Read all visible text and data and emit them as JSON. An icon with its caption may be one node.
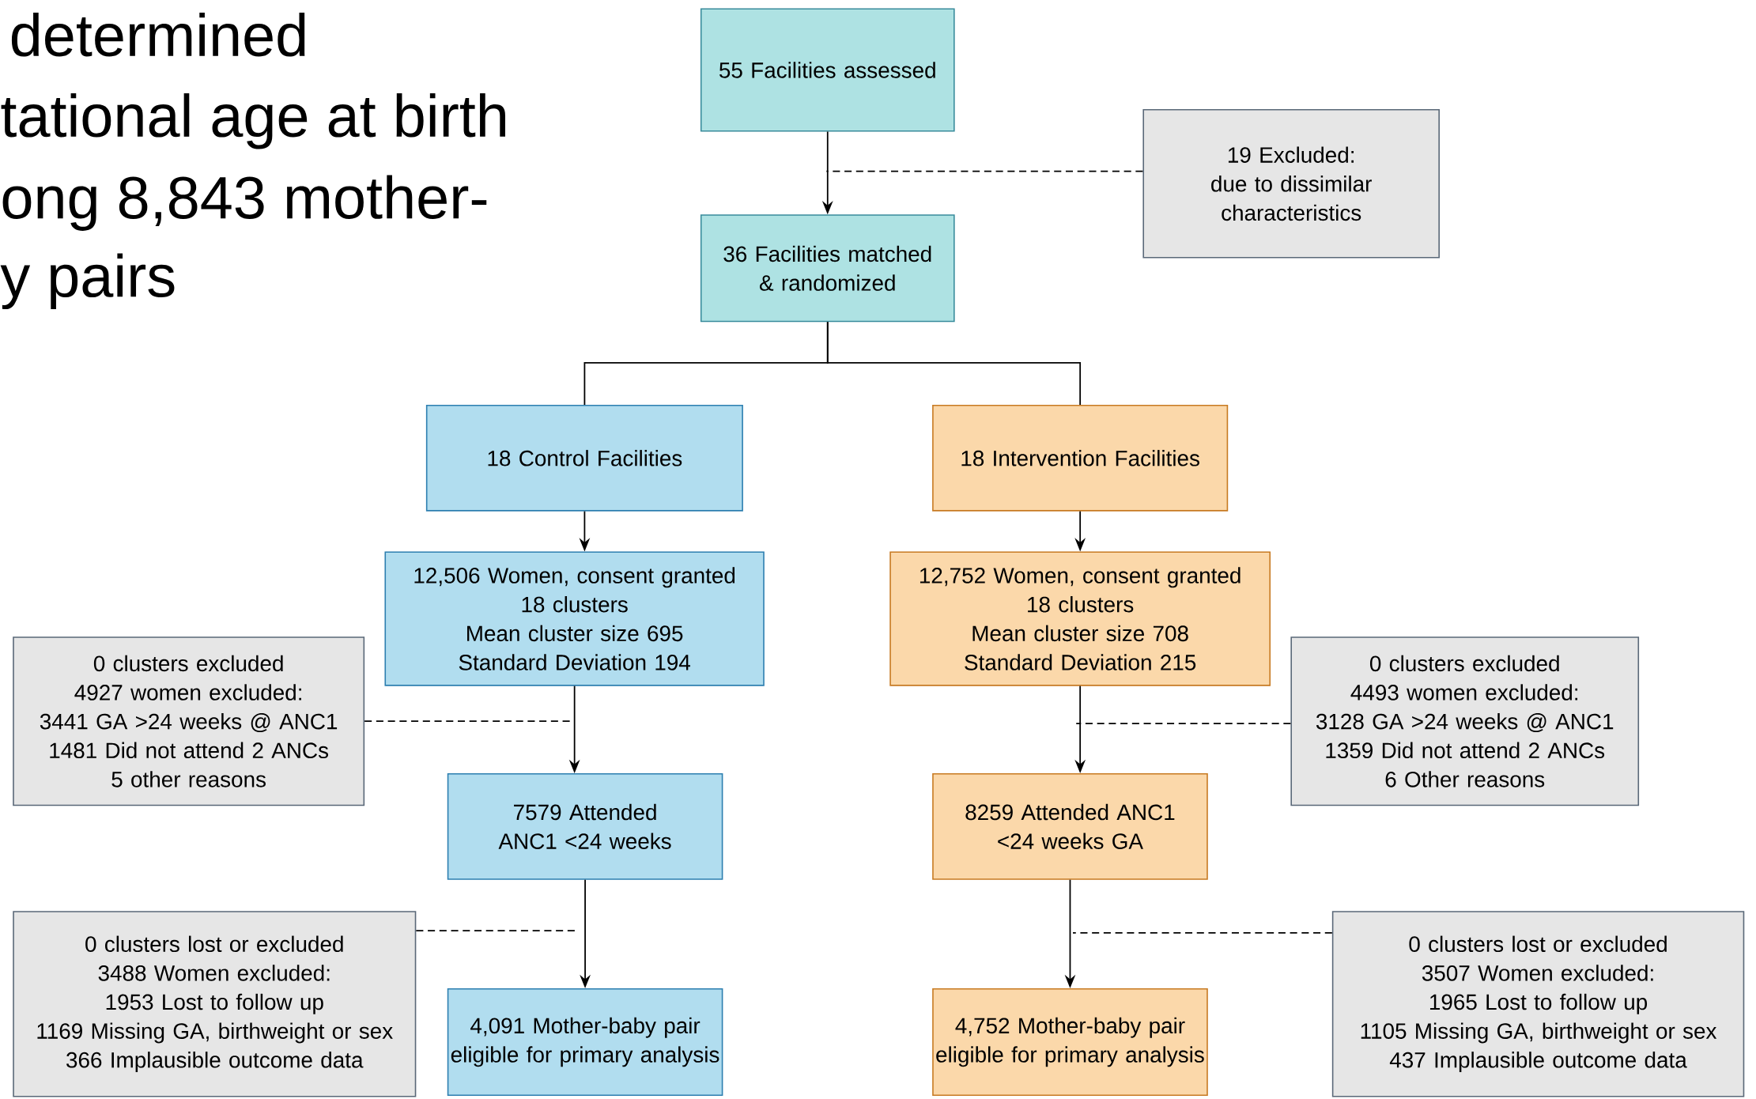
{
  "diagram": {
    "nodes": [
      {
        "text": [
          "55 Facilities assessed"
        ]
      },
      {
        "text": [
          "19 Excluded:",
          "due to dissimilar characteristics"
        ]
      },
      {
        "text": [
          "36 Facilities matched & randomized"
        ]
      },
      {
        "text": [
          "18 Control Facilities"
        ]
      },
      {
        "text": [
          "18 Intervention Facilities"
        ]
      },
      {
        "text": [
          "12,506 Women, consent granted",
          "18 clusters",
          "Mean cluster size 695",
          "Standard Deviation 194"
        ]
      },
      {
        "text": [
          "12,752 Women, consent granted",
          "18 clusters",
          "Mean cluster size 708",
          "Standard Deviation 215"
        ]
      },
      {
        "text": [
          "0 clusters excluded",
          "4927 women excluded:",
          "3441 GA >24 weeks @ ANC1",
          "1481 Did not attend 2 ANCs",
          "5 other reasons"
        ]
      },
      {
        "text": [
          "7579 Attended ANC1 <24 weeks"
        ]
      },
      {
        "text": [
          "0 clusters excluded",
          "4493 women excluded:",
          "3128 GA >24 weeks @ ANC1",
          "1359 Did not attend 2 ANCs",
          "6 Other reasons"
        ]
      },
      {
        "text": [
          "8259 Attended ANC1 <24 weeks GA"
        ]
      },
      {
        "text": [
          "0 clusters lost or excluded",
          "3488 Women excluded:",
          "1953 Lost to follow up",
          "1169 Missing GA, birthweight or sex",
          "366 Implausible outcome data"
        ]
      },
      {
        "text": [
          "4,091 Mother-baby pair eligible for primary analysis"
        ]
      },
      {
        "text": [
          "4,752 Mother-baby pair eligible for primary analysis"
        ]
      },
      {
        "text": [
          "0 clusters lost or excluded",
          "3507 Women excluded:",
          "1965 Lost to follow up",
          "1105 Missing GA, birthweight or sex",
          "437 Implausible outcome data"
        ]
      }
    ],
    "edges": [
      {
        "from": 0,
        "to": 2,
        "arrow": "to"
      },
      {
        "from": 1,
        "to": null,
        "arrow": "none",
        "style": "dashed"
      },
      {
        "from": 2,
        "to": 3,
        "arrow": "none"
      },
      {
        "from": 2,
        "to": 4,
        "arrow": "none"
      },
      {
        "from": 3,
        "to": 5,
        "arrow": "to"
      },
      {
        "from": 4,
        "to": 6,
        "arrow": "to"
      },
      {
        "from": 5,
        "to": 8,
        "arrow": "to"
      },
      {
        "from": 7,
        "to": null,
        "arrow": "none",
        "style": "dashed"
      },
      {
        "from": 6,
        "to": 10,
        "arrow": "to"
      },
      {
        "from": 9,
        "to": null,
        "arrow": "none",
        "style": "dashed"
      },
      {
        "from": 8,
        "to": 12,
        "arrow": "to"
      },
      {
        "from": 11,
        "to": null,
        "arrow": "none",
        "style": "dashed"
      },
      {
        "from": 10,
        "to": 13,
        "arrow": "to"
      },
      {
        "from": 14,
        "to": null,
        "arrow": "none",
        "style": "dashed"
      }
    ],
    "labels": [
      "determined",
      "tational age at birth",
      "ong 8,843 mother-",
      "y pairs"
    ]
  }
}
